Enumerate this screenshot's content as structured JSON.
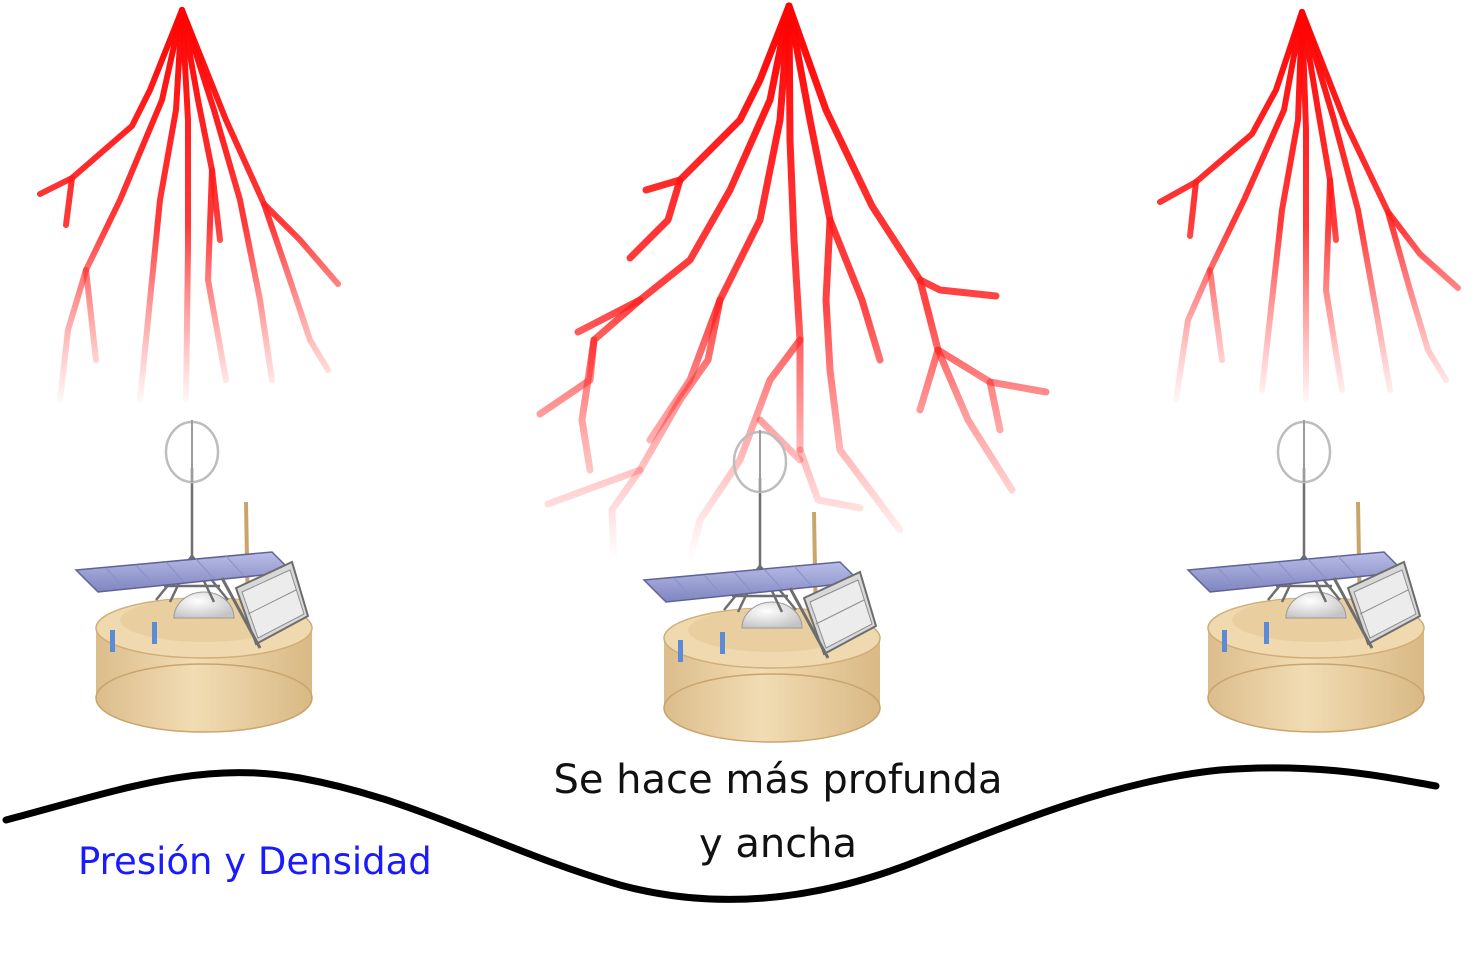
{
  "colors": {
    "lightning": "#ff1a1a",
    "tank": "#ecd3a6",
    "tank_shadow": "#cfae79",
    "panel": "#9aa0cf",
    "frame": "#7d7d7d",
    "wave": "#000000",
    "caption": "#111111",
    "label": "#1a1aff"
  },
  "icons": [
    "lightning-icon",
    "buoy-station-icon"
  ],
  "caption": {
    "line1": "Se hace más profunda",
    "line2": "y ancha"
  },
  "label": "Presión y Densidad"
}
